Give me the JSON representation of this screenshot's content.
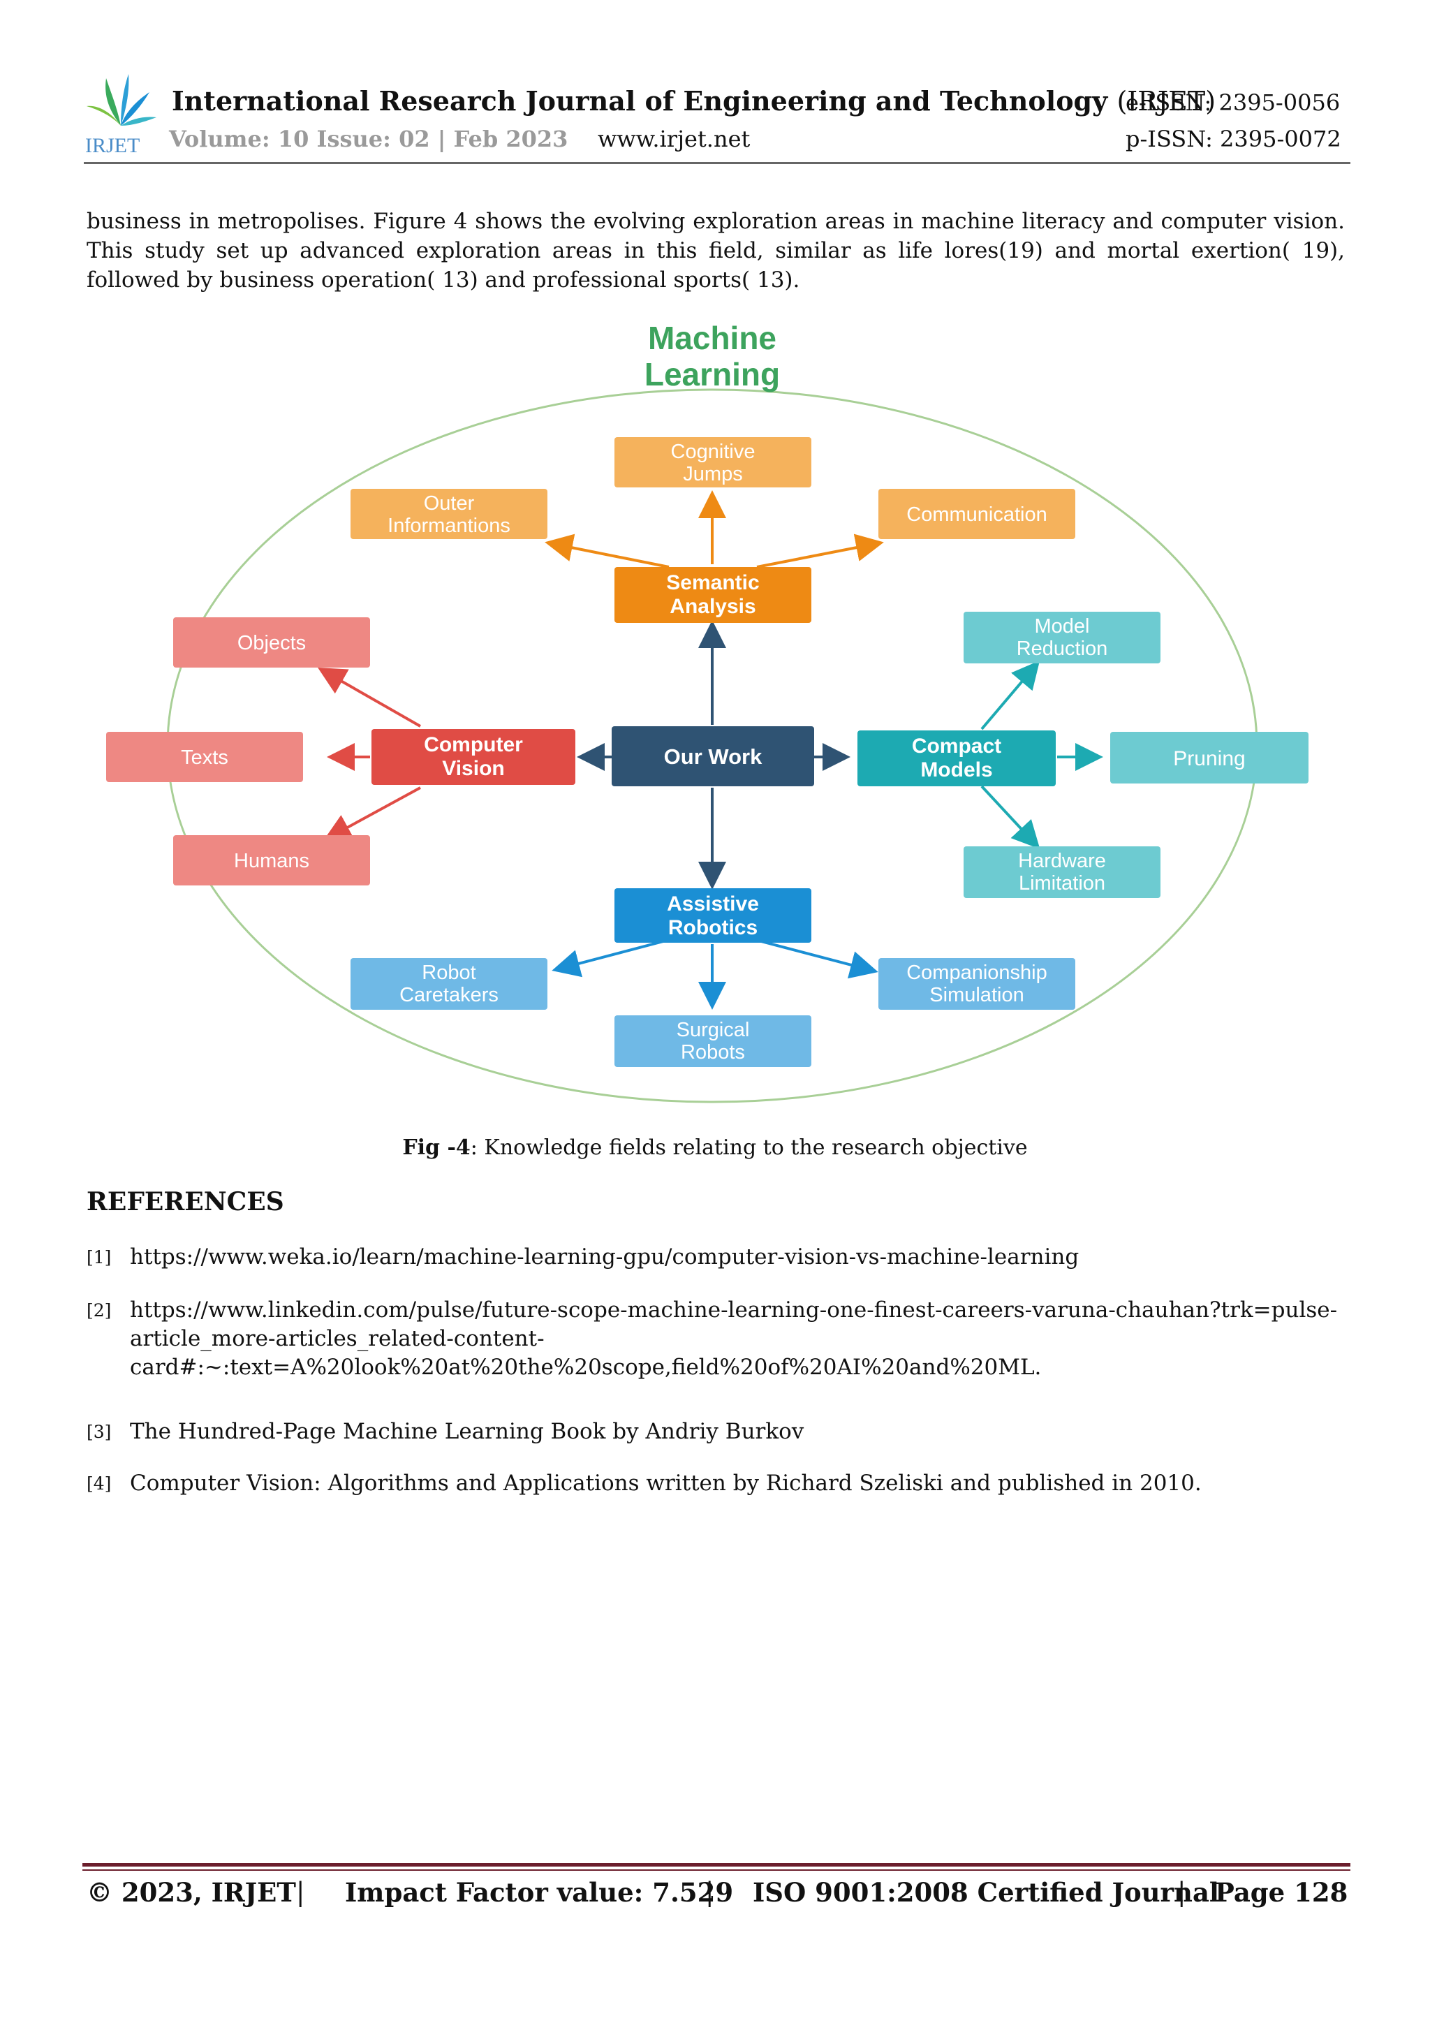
{
  "header": {
    "logo_text": "IRJET",
    "journal_title": "International Research Journal of Engineering and Technology",
    "journal_abbr": "(IRJET)",
    "volume": "Volume: 10 Issue: 02 | Feb 2023",
    "website": "www.irjet.net",
    "eissn": "e-ISSN: 2395-0056",
    "pissn": "p-ISSN: 2395-0072"
  },
  "body": {
    "paragraph": "business in metropolises. Figure 4 shows the evolving exploration areas in machine literacy and computer vision. This study set up advanced exploration areas in this field, similar as life lores(19) and mortal exertion( 19), followed by business operation( 13) and professional sports( 13)."
  },
  "figure": {
    "title_line1": "Machine",
    "title_line2": "Learning",
    "nodes": {
      "our_work": "Our Work",
      "semantic_1": "Semantic",
      "semantic_2": "Analysis",
      "cognitive_1": "Cognitive",
      "cognitive_2": "Jumps",
      "outer_1": "Outer",
      "outer_2": "Informantions",
      "communication": "Communication",
      "cv_1": "Computer",
      "cv_2": "Vision",
      "objects": "Objects",
      "texts": "Texts",
      "humans": "Humans",
      "compact_1": "Compact",
      "compact_2": "Models",
      "model_red_1": "Model",
      "model_red_2": "Reduction",
      "pruning": "Pruning",
      "hardware_1": "Hardware",
      "hardware_2": "Limitation",
      "assistive_1": "Assistive",
      "assistive_2": "Robotics",
      "robot_care_1": "Robot",
      "robot_care_2": "Caretakers",
      "surgical_1": "Surgical",
      "surgical_2": "Robots",
      "companion_1": "Companionship",
      "companion_2": "Simulation"
    },
    "colors": {
      "orange_dark": "#ee8a14",
      "orange_light": "#f5b25c",
      "red_dark": "#e04c45",
      "red_light": "#ee8883",
      "navy": "#2f5373",
      "teal_dark": "#1daab2",
      "teal_light": "#6dcbd1",
      "blue_dark": "#1b8fd4",
      "blue_light": "#6fb9e6",
      "title_green": "#3da35d",
      "ellipse": "#a8cf96"
    },
    "caption_label": "Fig -4",
    "caption_text": ": Knowledge fields relating to the research objective"
  },
  "references": {
    "heading": "REFERENCES",
    "items": [
      {
        "num": "[1]",
        "text": "https://www.weka.io/learn/machine-learning-gpu/computer-vision-vs-machine-learning"
      },
      {
        "num": "[2]",
        "line1": "https://www.linkedin.com/pulse/future-scope-machine-learning-one-finest-careers-varuna-chauhan?trk=pulse-",
        "line2": "article_more-articles_related-content-",
        "line3": "card#:~:text=A%20look%20at%20the%20scope,field%20of%20AI%20and%20ML."
      },
      {
        "num": "[3]",
        "text": "The Hundred-Page Machine Learning Book by Andriy Burkov"
      },
      {
        "num": "[4]",
        "text": "Computer Vision: Algorithms and Applications written by Richard Szeliski and published in 2010."
      }
    ]
  },
  "footer": {
    "copyright": "© 2023, IRJET",
    "impact": "Impact Factor value: 7.529",
    "iso": "ISO 9001:2008 Certified Journal",
    "page": "Page 128",
    "sep": "|"
  }
}
